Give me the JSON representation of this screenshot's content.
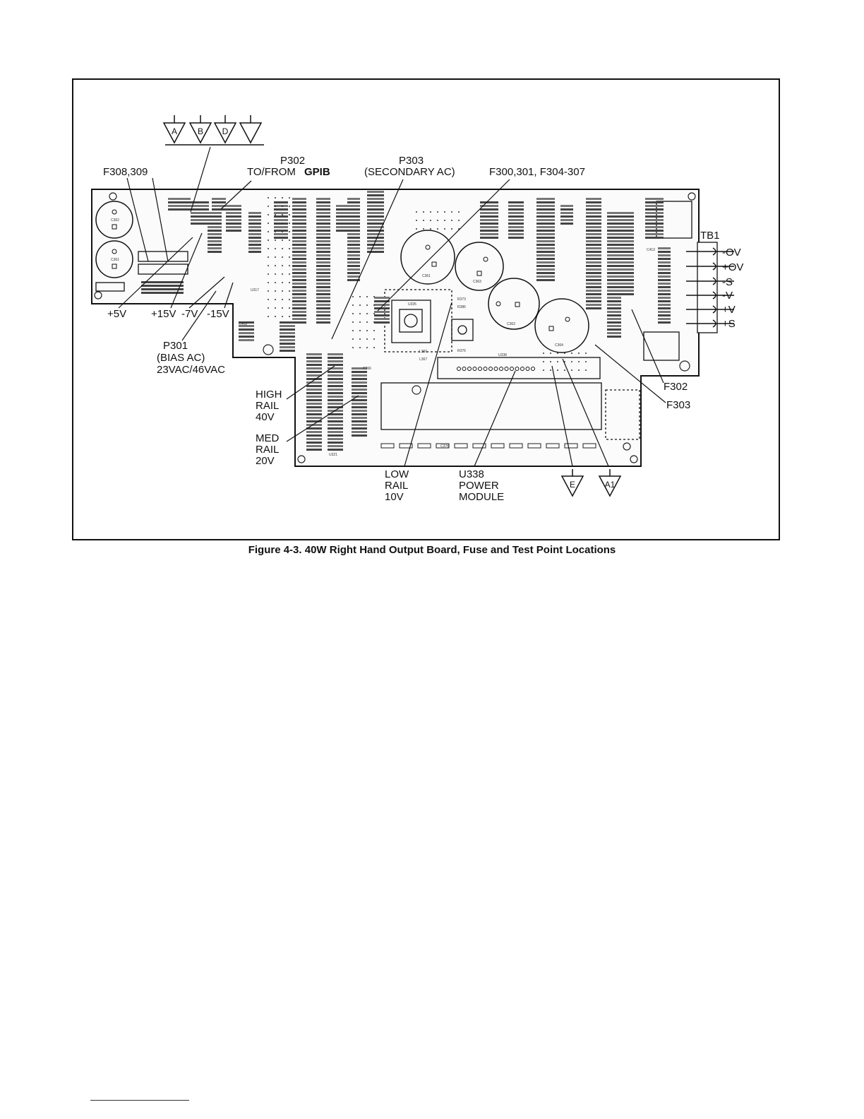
{
  "figure": {
    "caption": "Figure 4-3. 40W Right Hand Output Board, Fuse and Test Point Locations",
    "test_points_top": [
      "A",
      "B",
      "D",
      ""
    ],
    "test_points_bottom": [
      "E",
      "A1"
    ],
    "labels": {
      "f308": "F308,309",
      "p302_a": "P302",
      "p302_b": "TO/FROM",
      "p302_c": "GPIB",
      "p303_a": "P303",
      "p303_b": "(SECONDARY AC)",
      "f300": "F300,301, F304-307",
      "tb1": "TB1",
      "plus5v": "+5V",
      "plus15v": "+15V",
      "minus7v": "-7V",
      "minus15v": "-15V",
      "p301_a": "P301",
      "p301_b": "(BIAS AC)",
      "p301_c": "23VAC/46VAC",
      "high_a": "HIGH",
      "high_b": "RAIL",
      "high_c": "40V",
      "med_a": "MED",
      "med_b": "RAIL",
      "med_c": "20V",
      "low_a": "LOW",
      "low_b": "RAIL",
      "low_c": "10V",
      "u338_a": "U338",
      "u338_b": "POWER",
      "u338_c": "MODULE",
      "f302": "F302",
      "f303": "F303"
    },
    "terminals": [
      "-OV",
      "+OV",
      "-S",
      "-V",
      "+V",
      "+S"
    ],
    "capacitors": [
      "C362",
      "C361",
      "C361",
      "C363",
      "C363",
      "C364"
    ],
    "parts": [
      "U335",
      "U338",
      "L366",
      "L367",
      "C366",
      "C376",
      "R373",
      "R386",
      "R376",
      "U321",
      "U317",
      "C413",
      "C418"
    ]
  }
}
